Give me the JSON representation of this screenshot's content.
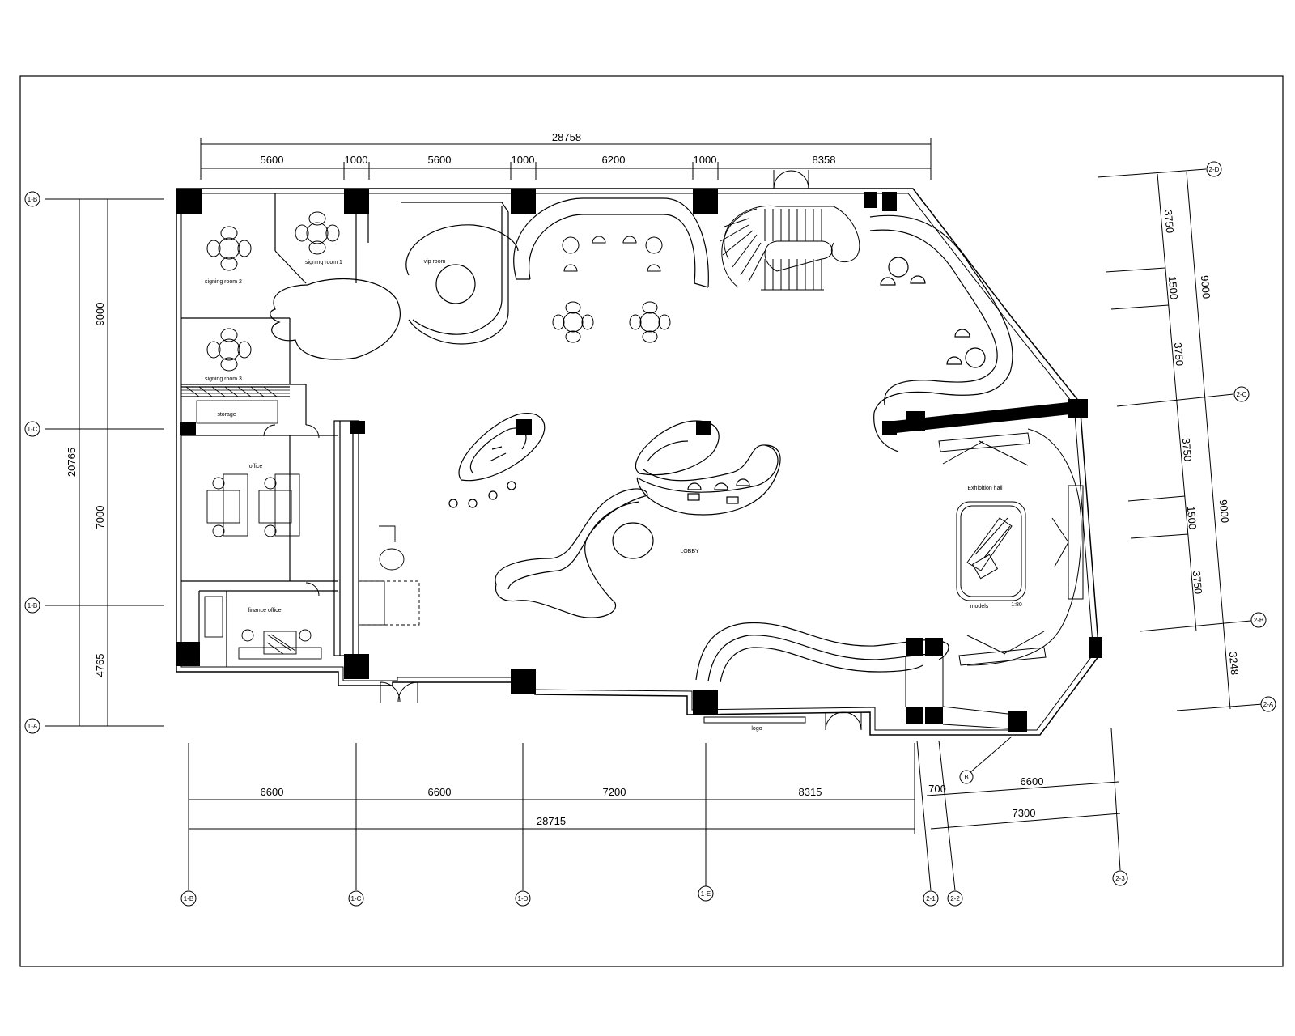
{
  "dimensions": {
    "top_total": "28758",
    "top_segments": [
      "5600",
      "1000",
      "5600",
      "1000",
      "6200",
      "1000",
      "8358"
    ],
    "left_total": "20765",
    "left_segments": [
      "9000",
      "7000",
      "4765"
    ],
    "bottom_segments": [
      "6600",
      "6600",
      "7200",
      "8315"
    ],
    "bottom_total": "28715",
    "right_upper_total": "9000",
    "right_upper_segments": [
      "3750",
      "1500",
      "3750"
    ],
    "right_lower_total": "9000",
    "right_lower_segments": [
      "3750",
      "1500",
      "3750"
    ],
    "right_bottom": "3248",
    "lower_right_segments": [
      "700",
      "6600"
    ],
    "lower_right_total": "7300"
  },
  "axes": {
    "left": [
      "1-B",
      "1-C",
      "1-B",
      "1-A"
    ],
    "bottom": [
      "1-B",
      "1-C",
      "1-D",
      "1-E"
    ],
    "lower_right": [
      "2-1",
      "2-2",
      "2-3"
    ],
    "right": [
      "2-D",
      "2-C",
      "2-B",
      "2-A"
    ]
  },
  "rooms": {
    "signing_room_1": "signing room 1",
    "signing_room_2": "signing room 2",
    "signing_room_3": "signing room 3",
    "vip_room": "vip room",
    "storage": "storage",
    "office": "office",
    "finance_office": "finance office",
    "lobby": "LOBBY",
    "exhibition_hall": "Exhibition hall",
    "models": "models",
    "models_scale": "1:80",
    "logo": "logo"
  },
  "markers": {
    "section": "B"
  }
}
